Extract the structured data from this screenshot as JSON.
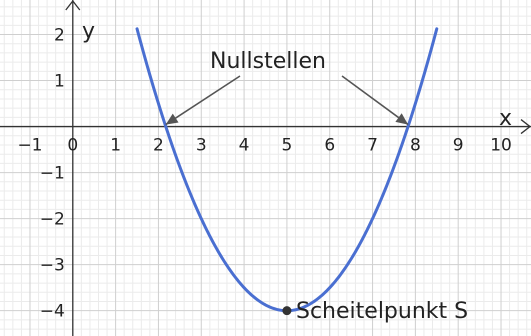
{
  "chart_data": {
    "type": "line",
    "title": "",
    "xlabel": "x",
    "ylabel": "y",
    "xlim": [
      -1.7,
      10.7
    ],
    "ylim": [
      -4.55,
      2.75
    ],
    "grid": true,
    "minor_grid_step": 0.2,
    "x_ticks": [
      "−1",
      "0",
      "1",
      "2",
      "3",
      "4",
      "5",
      "6",
      "7",
      "8",
      "9",
      "10"
    ],
    "y_ticks": [
      "2",
      "1",
      "−1",
      "−2",
      "−3",
      "−4"
    ],
    "series": [
      {
        "function": "0.5*(x-5)^2 - 4",
        "color": "#4a6fd1",
        "points": [
          {
            "x": 1.5,
            "y": 2.125
          },
          {
            "x": 2,
            "y": 0.5
          },
          {
            "x": 2.5,
            "y": -0.875
          },
          {
            "x": 3,
            "y": -2
          },
          {
            "x": 3.5,
            "y": -2.875
          },
          {
            "x": 4,
            "y": -3.5
          },
          {
            "x": 4.5,
            "y": -3.875
          },
          {
            "x": 5,
            "y": -4
          },
          {
            "x": 5.5,
            "y": -3.875
          },
          {
            "x": 6,
            "y": -3.5
          },
          {
            "x": 6.5,
            "y": -2.875
          },
          {
            "x": 7,
            "y": -2
          },
          {
            "x": 7.5,
            "y": -0.875
          },
          {
            "x": 8,
            "y": 0.5
          },
          {
            "x": 8.5,
            "y": 2.125
          }
        ]
      }
    ],
    "roots": [
      {
        "x": 2.17,
        "y": 0
      },
      {
        "x": 7.83,
        "y": 0
      }
    ],
    "vertex": {
      "x": 5,
      "y": -4
    },
    "annotations": {
      "roots_label": "Nullstellen",
      "vertex_label": "Scheitelpunkt S"
    }
  },
  "colors": {
    "curve": "#4a6fd1",
    "minor_grid": "#ebebeb",
    "major_grid": "#cfcfcf",
    "axis": "#333333",
    "arrow": "#555555",
    "point": "#333333"
  }
}
